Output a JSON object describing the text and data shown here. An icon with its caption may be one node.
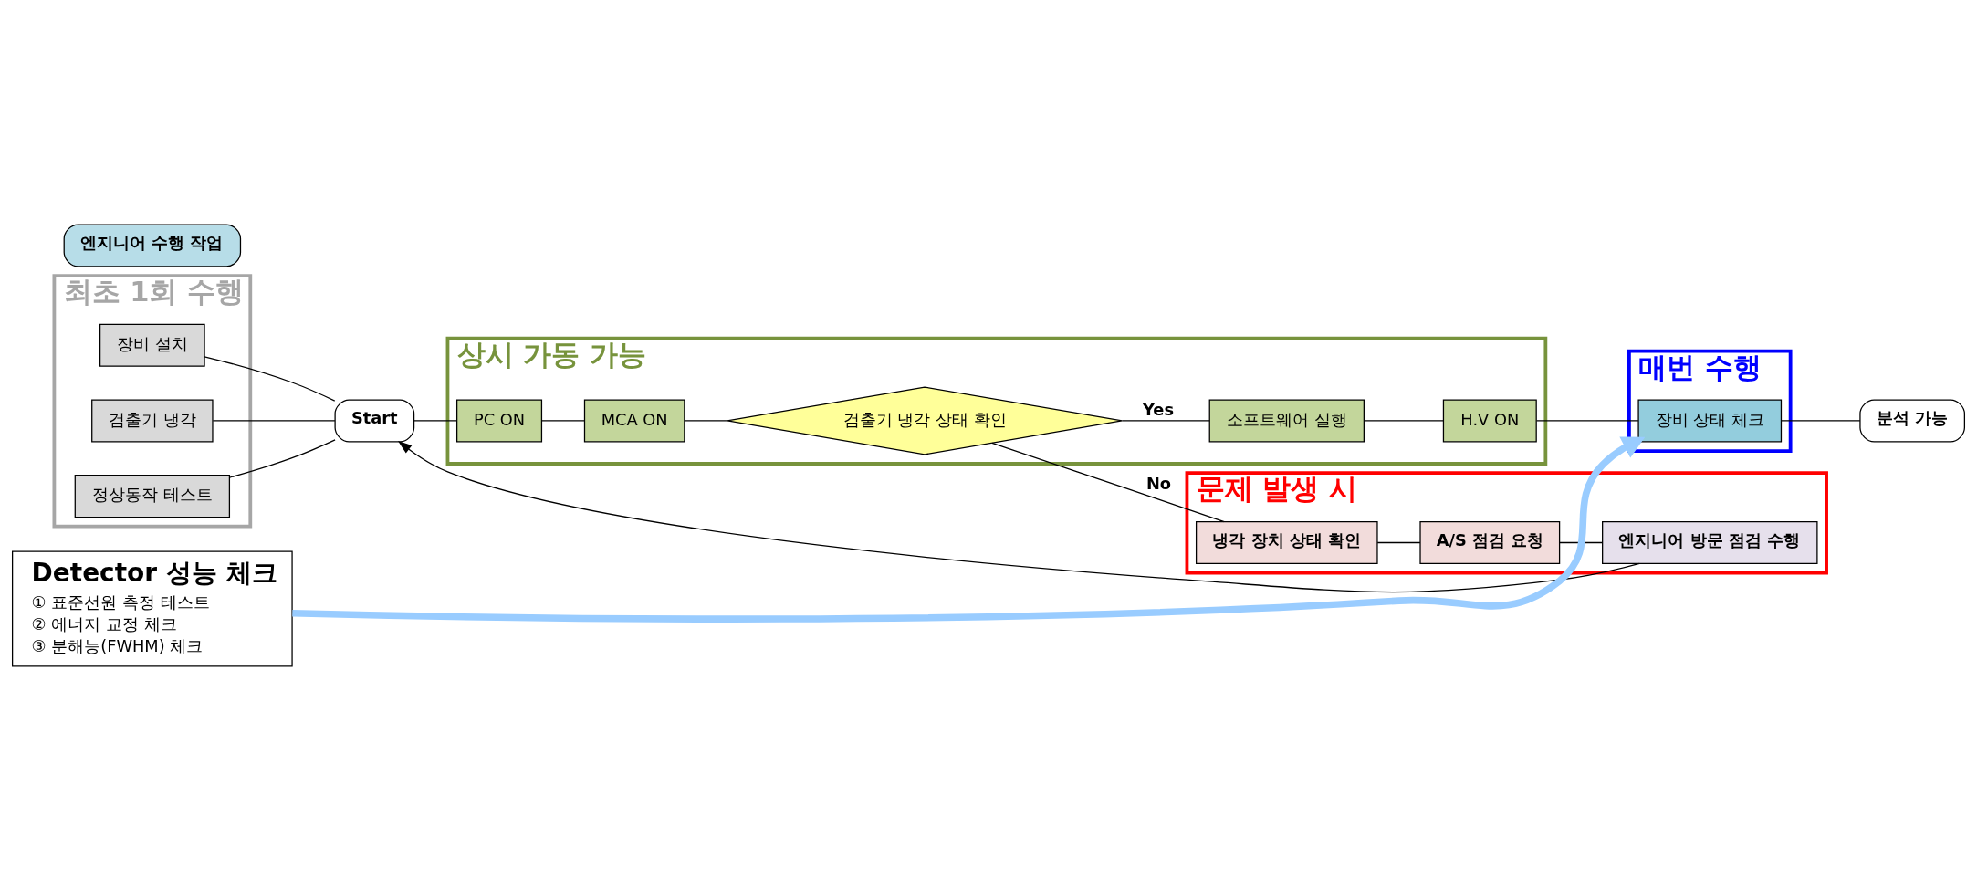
{
  "diagram": {
    "nodes": [
      {
        "text": [
          "최초 1회 수행"
        ]
      },
      {
        "text": [
          "장비 설치"
        ],
        "in": 0
      },
      {
        "text": [
          "검출기 냉각"
        ],
        "in": 0
      },
      {
        "text": [
          "정상동작 테스트"
        ],
        "in": 0
      },
      {
        "text": [
          "엔지니어 수행 작업"
        ]
      },
      {
        "text": [
          "상시 가동 가능"
        ]
      },
      {
        "text": [
          "PC ON"
        ],
        "in": 5
      },
      {
        "text": [
          "MCA ON"
        ],
        "in": 5
      },
      {
        "text": [
          "검출기 냉각 상태 확인"
        ],
        "in": 5
      },
      {
        "text": [
          "소프트웨어 실행"
        ],
        "in": 5
      },
      {
        "text": [
          "H.V ON"
        ],
        "in": 5
      },
      {
        "text": [
          "매번 수행"
        ]
      },
      {
        "text": [
          "장비 상태 체크"
        ],
        "in": 11
      },
      {
        "text": [
          "Start"
        ]
      },
      {
        "text": [
          "분석 가능"
        ]
      },
      {
        "text": [
          "문제 발생 시"
        ]
      },
      {
        "text": [
          "냉각 장치 상태 확인"
        ],
        "in": 15
      },
      {
        "text": [
          "A/S 점검 요청"
        ],
        "in": 15
      },
      {
        "text": [
          "엔지니어 방문 점검 수행"
        ],
        "in": 15
      },
      {
        "text": [
          "Detector 성능 체크",
          "① 표준선원 측정 테스트",
          "② 에너지 교정 체크",
          "③ 분해능(FWHM) 체크"
        ]
      }
    ],
    "edges": [
      {
        "from": 1,
        "to": 13,
        "arrow": "none"
      },
      {
        "from": 2,
        "to": 13,
        "arrow": "none"
      },
      {
        "from": 3,
        "to": 13,
        "arrow": "none"
      },
      {
        "from": 13,
        "to": 6,
        "arrow": "none"
      },
      {
        "from": 6,
        "to": 7,
        "arrow": "none"
      },
      {
        "from": 7,
        "to": 8,
        "arrow": "none"
      },
      {
        "from": 8,
        "to": 9,
        "arrow": "none",
        "label": "Yes"
      },
      {
        "from": 9,
        "to": 10,
        "arrow": "none"
      },
      {
        "from": 10,
        "to": 12,
        "arrow": "none"
      },
      {
        "from": 12,
        "to": 14,
        "arrow": "none"
      },
      {
        "from": 8,
        "to": 16,
        "arrow": "none",
        "label": "No"
      },
      {
        "from": 16,
        "to": 17,
        "arrow": "none"
      },
      {
        "from": 17,
        "to": 18,
        "arrow": "none"
      },
      {
        "from": 18,
        "to": 13,
        "arrow": "to"
      },
      {
        "from": 19,
        "to": 12,
        "arrow": "to",
        "style": "thick",
        "color": "#99ccff"
      }
    ]
  }
}
